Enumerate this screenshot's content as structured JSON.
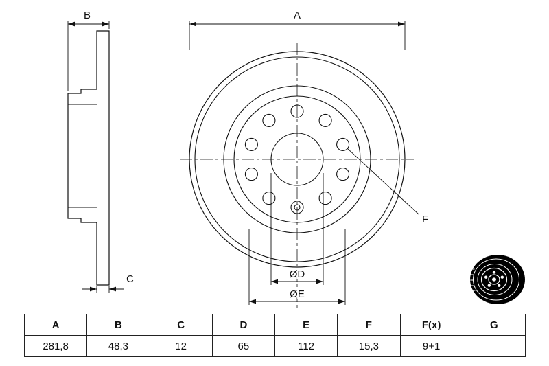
{
  "colors": {
    "line": "#111111",
    "background": "#ffffff",
    "icon_fill": "#000000"
  },
  "drawing": {
    "dimension_labels": {
      "a": "A",
      "b": "B",
      "c": "C",
      "f": "F",
      "d": "ØD",
      "e": "ØE"
    }
  },
  "table": {
    "headers": [
      "A",
      "B",
      "C",
      "D",
      "E",
      "F",
      "F(x)",
      "G"
    ],
    "values": [
      "281,8",
      "48,3",
      "12",
      "65",
      "112",
      "15,3",
      "9+1",
      ""
    ]
  }
}
